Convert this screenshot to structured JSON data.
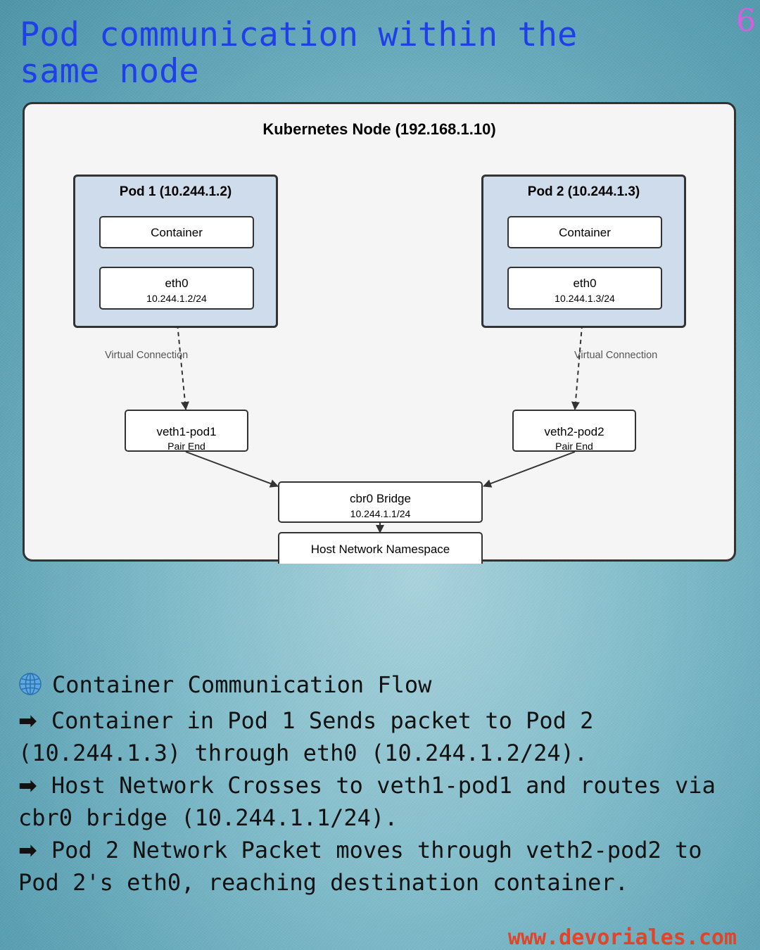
{
  "page_number": "6",
  "title": "Pod communication within the same node",
  "diagram": {
    "node_title": "Kubernetes Node (192.168.1.10)",
    "pod1": {
      "title": "Pod 1 (10.244.1.2)",
      "container": "Container",
      "eth0": {
        "name": "eth0",
        "ip": "10.244.1.2/24"
      }
    },
    "pod2": {
      "title": "Pod 2 (10.244.1.3)",
      "container": "Container",
      "eth0": {
        "name": "eth0",
        "ip": "10.244.1.3/24"
      }
    },
    "virtual_connection_label": "Virtual Connection",
    "veth1": {
      "name": "veth1-pod1",
      "sub": "Pair End"
    },
    "veth2": {
      "name": "veth2-pod2",
      "sub": "Pair End"
    },
    "bridge": {
      "name": "cbr0 Bridge",
      "ip": "10.244.1.1/24"
    },
    "host": "Host Network Namespace"
  },
  "flow": {
    "heading_icon": "globe-icon",
    "heading": "Container Communication Flow",
    "bullet_icon": "right-arrow-icon",
    "bullet_symbol": "➡",
    "items": [
      "Container in Pod 1 Sends packet to Pod 2 (10.244.1.3) through eth0 (10.244.1.2/24).",
      "Host Network Crosses to veth1-pod1 and routes via cbr0 bridge (10.244.1.1/24).",
      "Pod 2 Network Packet moves through veth2-pod2 to Pod 2's eth0, reaching destination container."
    ]
  },
  "footer_url": "www.devoriales.com",
  "colors": {
    "title": "#1f3fe8",
    "page_number": "#d65fe0",
    "pod_fill": "#cfdcec",
    "footer": "#e0452b"
  }
}
